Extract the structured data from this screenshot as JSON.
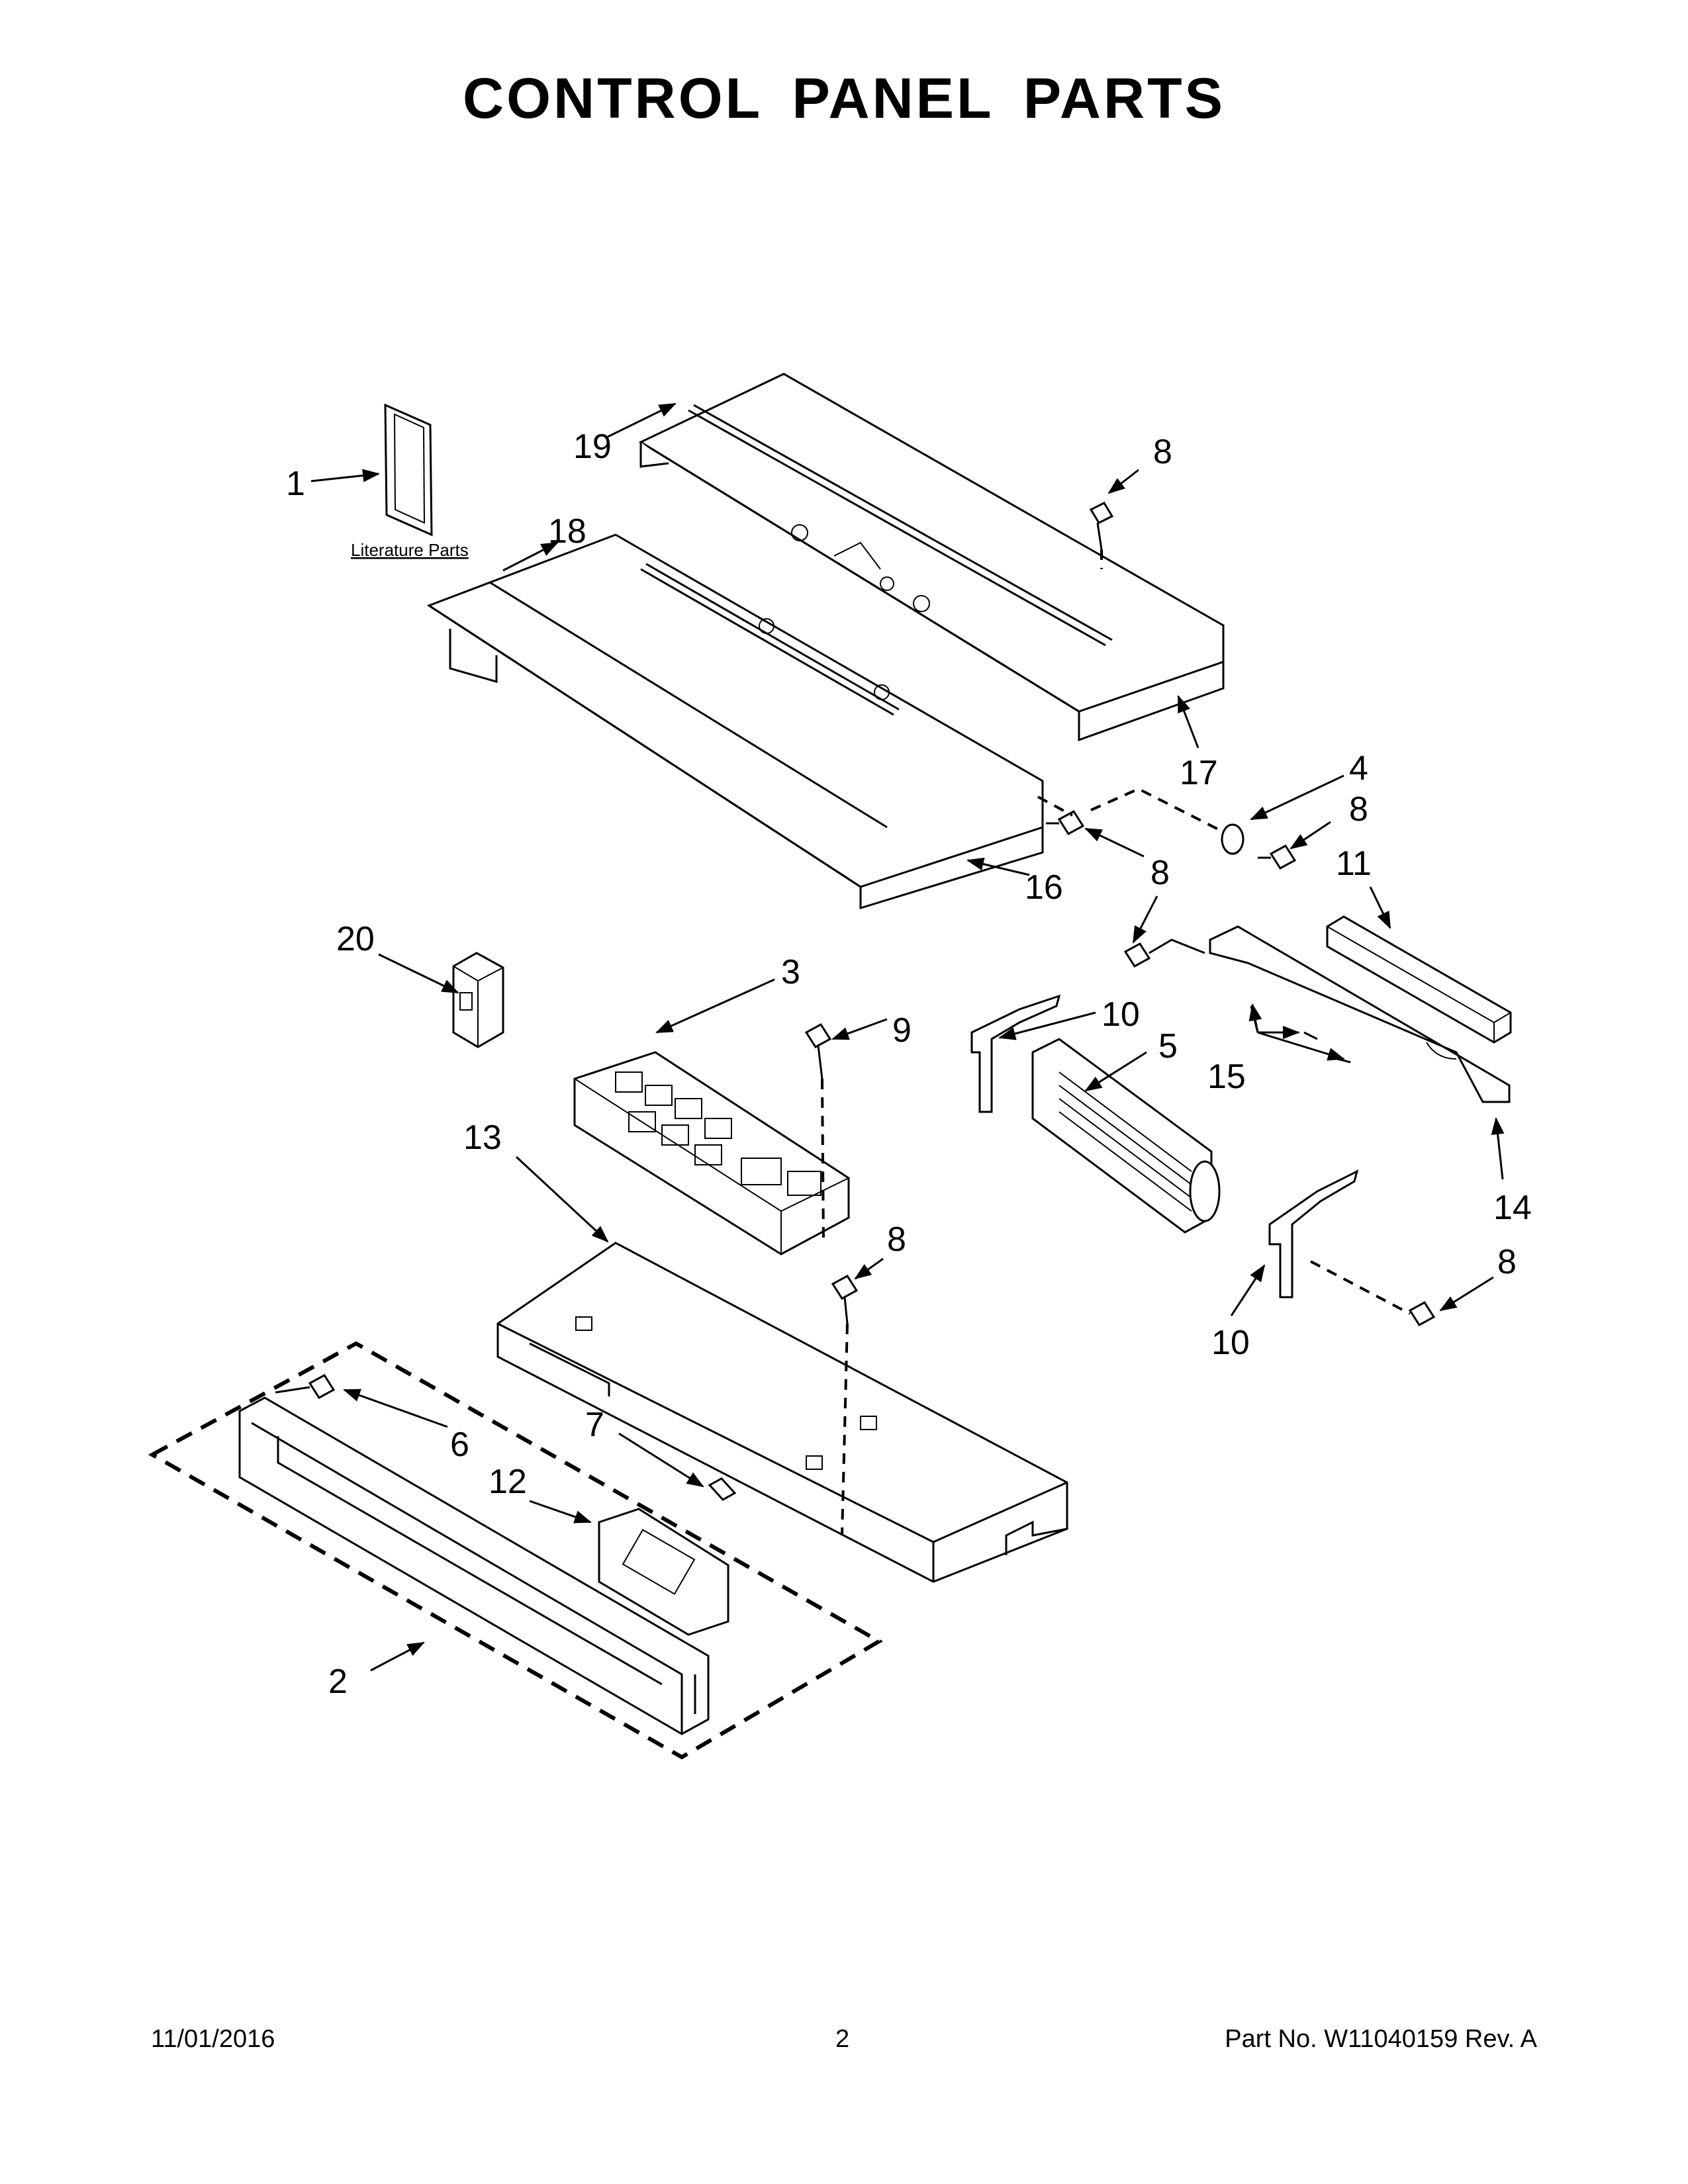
{
  "title": "CONTROL PANEL PARTS",
  "literature_label": "Literature Parts",
  "callouts": {
    "c1": "1",
    "c2": "2",
    "c3": "3",
    "c4": "4",
    "c5": "5",
    "c6": "6",
    "c7": "7",
    "c8a": "8",
    "c8b": "8",
    "c8c": "8",
    "c8d": "8",
    "c8e": "8",
    "c9": "9",
    "c10a": "10",
    "c10b": "10",
    "c11": "11",
    "c12": "12",
    "c13": "13",
    "c14": "14",
    "c15": "15",
    "c16": "16",
    "c17": "17",
    "c18": "18",
    "c19": "19",
    "c20": "20"
  },
  "footer": {
    "date": "11/01/2016",
    "page": "2",
    "part_no": "Part No.  W11040159  Rev.  A"
  }
}
